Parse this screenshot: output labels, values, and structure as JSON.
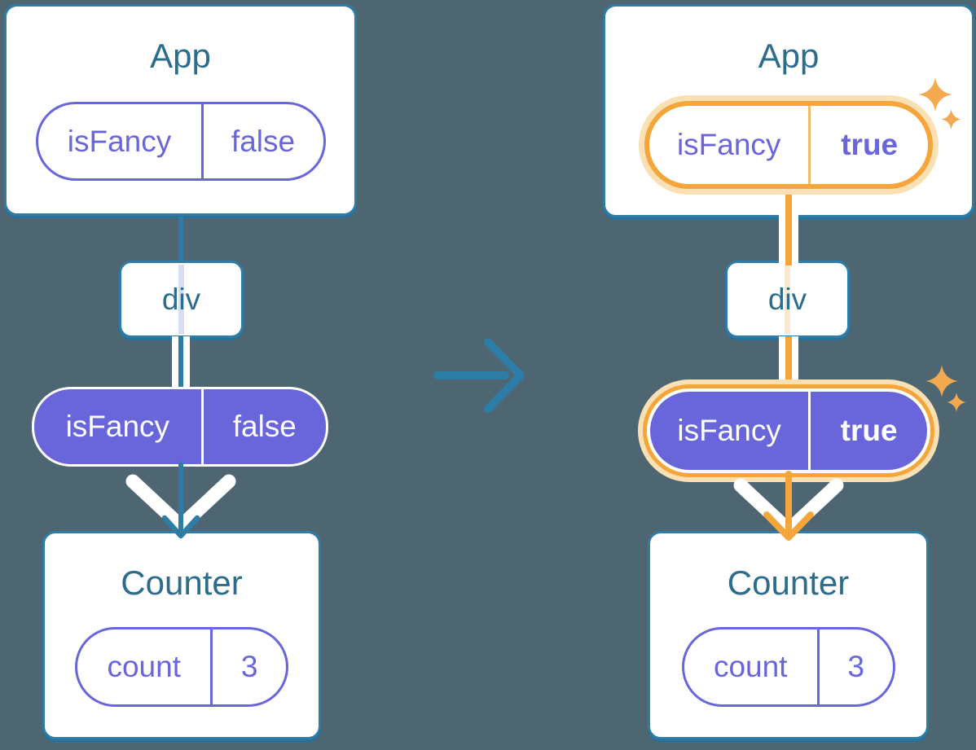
{
  "figure": {
    "description": "React component tree diagram: context value isFancy flows from App through div to Counter; before state (false) and after state (true, highlighted)",
    "transition_icon": "right-arrow",
    "highlight_icon": "sparkles"
  },
  "panels": {
    "before": {
      "app": {
        "title": "App",
        "prop": {
          "name": "isFancy",
          "value": "false"
        }
      },
      "div": {
        "label": "div"
      },
      "context": {
        "name": "isFancy",
        "value": "false"
      },
      "counter": {
        "title": "Counter",
        "state": {
          "name": "count",
          "value": "3"
        }
      }
    },
    "after": {
      "app": {
        "title": "App",
        "prop": {
          "name": "isFancy",
          "value": "true"
        }
      },
      "div": {
        "label": "div"
      },
      "context": {
        "name": "isFancy",
        "value": "true"
      },
      "counter": {
        "title": "Counter",
        "state": {
          "name": "count",
          "value": "3"
        }
      }
    }
  },
  "colors": {
    "background": "#4D6671",
    "card_bg": "#FFFFFF",
    "blue": "#2E7DA6",
    "blue_shadow": "#27719A",
    "title": "#2C6C8C",
    "purple": "#6966DB",
    "lavender": "#D9DDF4",
    "orange": "#F5A63B",
    "orange_light": "#FAE0B5",
    "peach_line": "#FBE7C9",
    "orange_divider": "#F3BC6F",
    "sparkle": "#F2A94F",
    "white": "#FFFFFF"
  }
}
